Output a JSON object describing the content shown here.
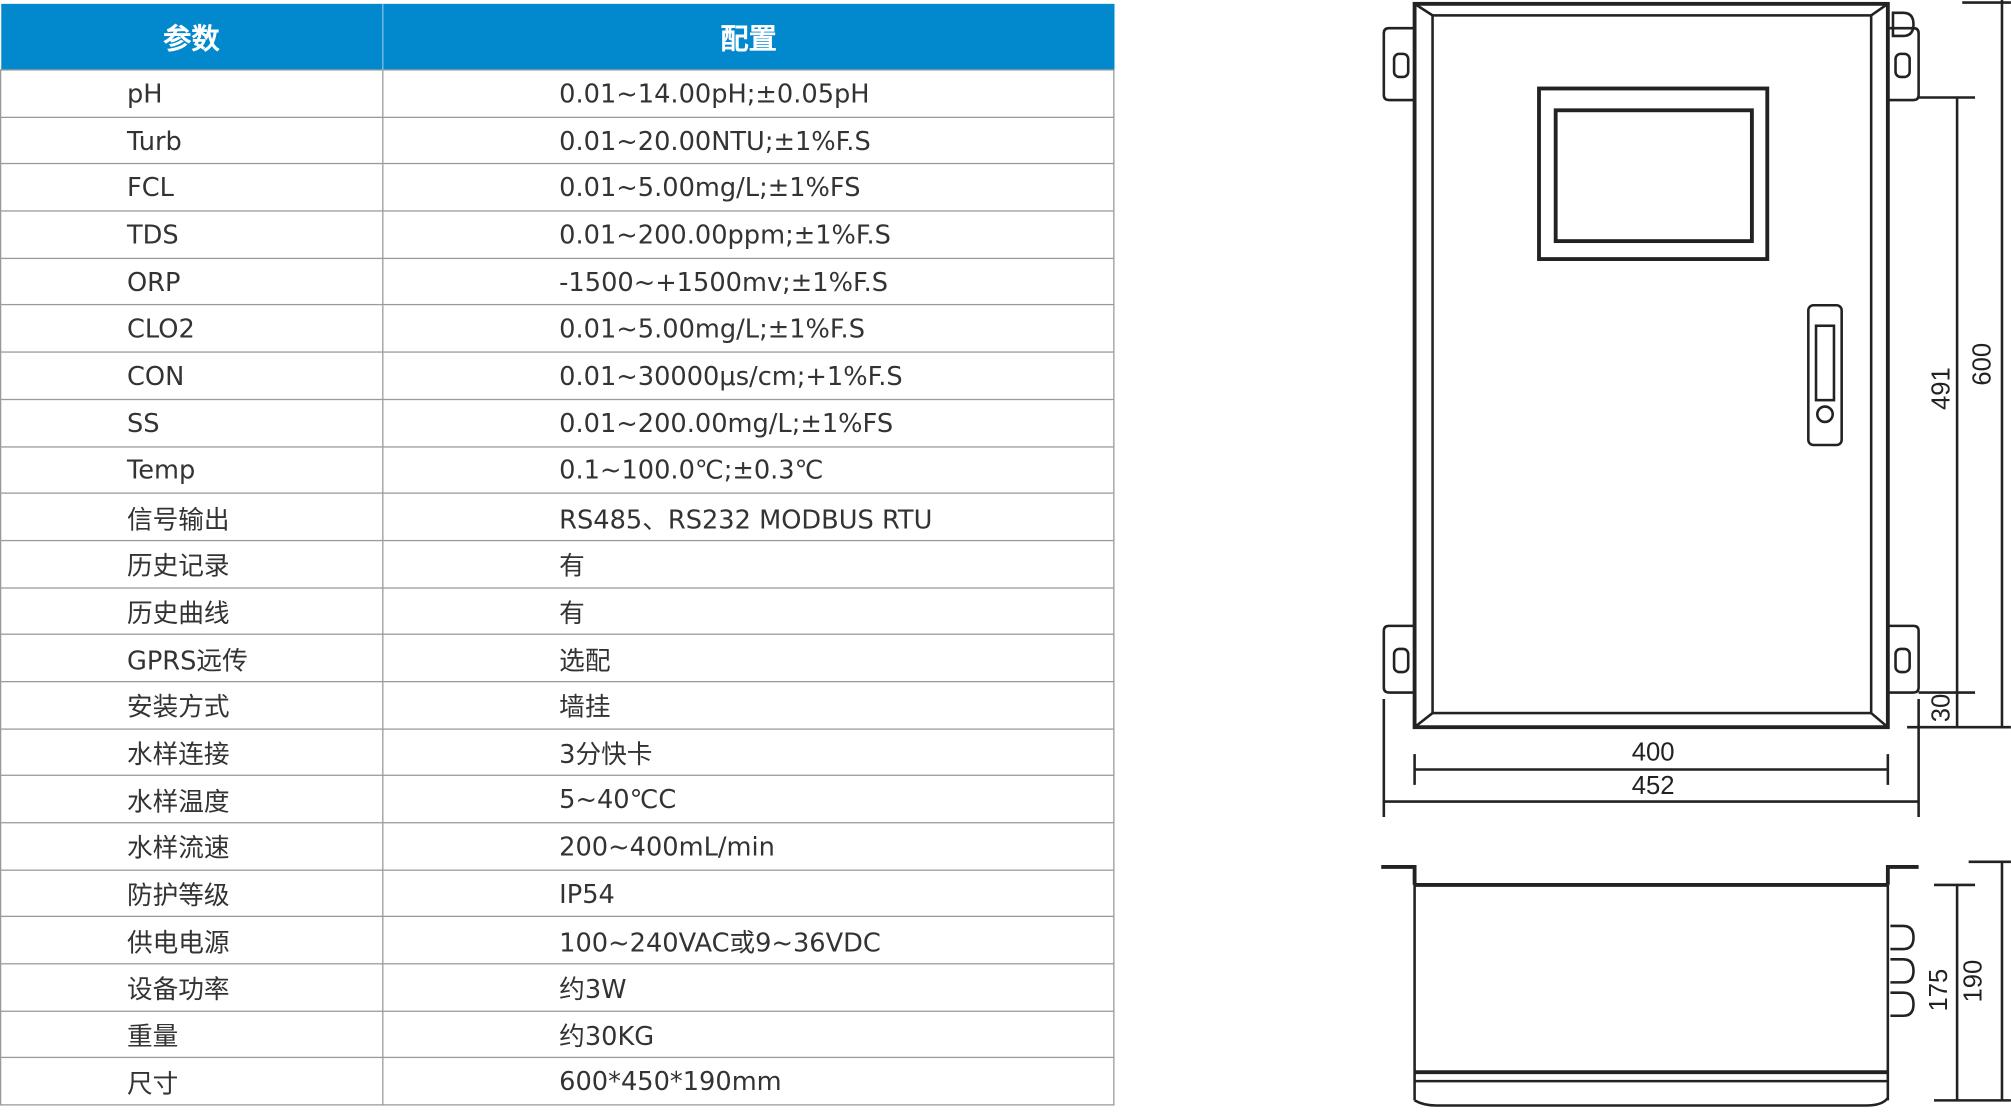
{
  "table": {
    "headers": [
      "参数",
      "配置"
    ],
    "rows": [
      {
        "param": "pH",
        "value": "0.01~14.00pH;±0.05pH"
      },
      {
        "param": "Turb",
        "value": "0.01~20.00NTU;±1%F.S"
      },
      {
        "param": "FCL",
        "value": "0.01~5.00mg/L;±1%FS"
      },
      {
        "param": "TDS",
        "value": "0.01~200.00ppm;±1%F.S"
      },
      {
        "param": "ORP",
        "value": "-1500~+1500mv;±1%F.S"
      },
      {
        "param": "CLO2",
        "value": "0.01~5.00mg/L;±1%F.S"
      },
      {
        "param": "CON",
        "value": "0.01~30000μs/cm;+1%F.S"
      },
      {
        "param": "SS",
        "value": "0.01~200.00mg/L;±1%FS"
      },
      {
        "param": "Temp",
        "value": "0.1~100.0℃;±0.3℃"
      },
      {
        "param": "信号输出",
        "value": "RS485、RS232 MODBUS RTU"
      },
      {
        "param": "历史记录",
        "value": "有"
      },
      {
        "param": "历史曲线",
        "value": "有"
      },
      {
        "param": "GPRS远传",
        "value": "选配"
      },
      {
        "param": "安装方式",
        "value": "墙挂"
      },
      {
        "param": "水样连接",
        "value": "3分快卡"
      },
      {
        "param": "水样温度",
        "value": "5~40℃C"
      },
      {
        "param": "水样流速",
        "value": "200~400mL/min"
      },
      {
        "param": "防护等级",
        "value": "IP54"
      },
      {
        "param": "供电电源",
        "value": "100~240VAC或9~36VDC"
      },
      {
        "param": "设备功率",
        "value": "约3W"
      },
      {
        "param": "重量",
        "value": "约30KG"
      },
      {
        "param": "尺寸",
        "value": "600*450*190mm"
      }
    ]
  },
  "drawing": {
    "dims": {
      "width_inner": "400",
      "width_outer": "452",
      "height_mount": "491",
      "height_total": "600",
      "bottom_offset": "30",
      "depth_body": "175",
      "depth_total": "190"
    }
  }
}
